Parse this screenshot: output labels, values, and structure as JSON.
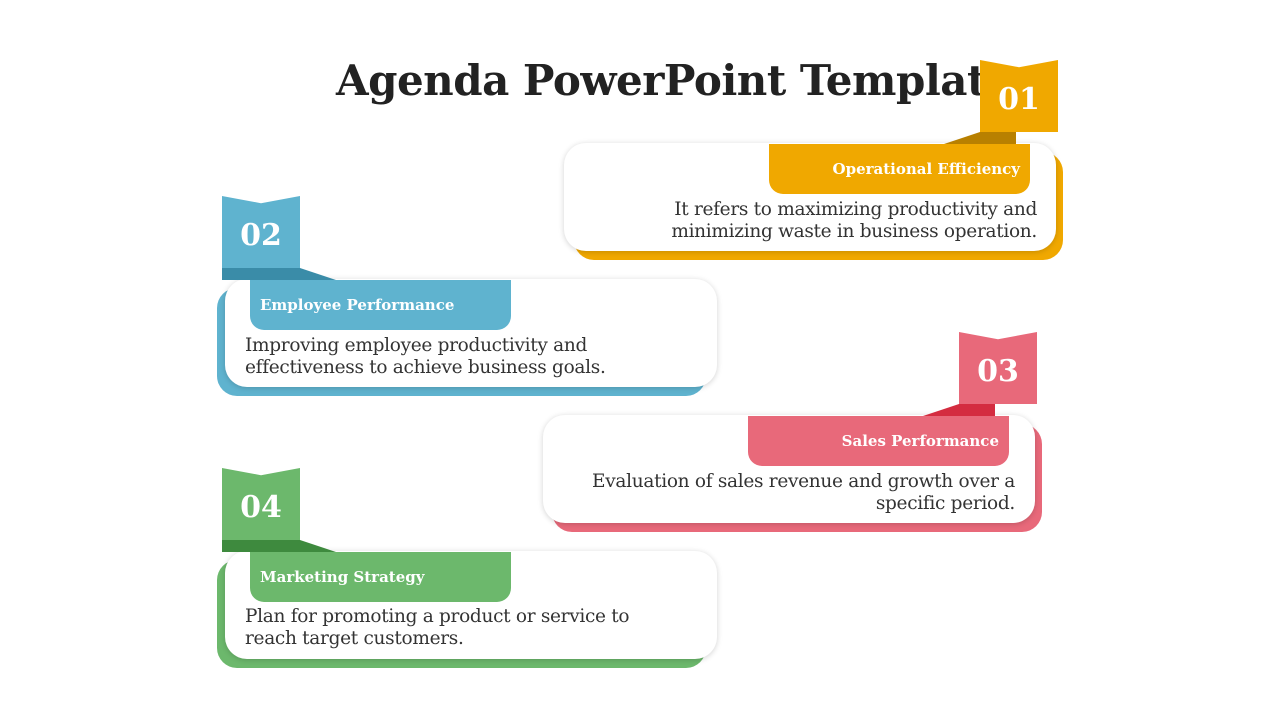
{
  "title": "Agenda PowerPoint Template",
  "items": [
    {
      "number": "01",
      "heading": "Operational Efficiency",
      "description": "It refers to maximizing productivity and minimizing waste in business operation.",
      "color": "#F0A800",
      "dark": "#B88000"
    },
    {
      "number": "02",
      "heading": "Employee Performance",
      "description": "Improving employee productivity and effectiveness to achieve business goals.",
      "color": "#5FB3CF",
      "dark": "#3A8CA8"
    },
    {
      "number": "03",
      "heading": "Sales Performance",
      "description": "Evaluation of sales revenue and growth over a specific period.",
      "color": "#E8697A",
      "dark": "#D42C40"
    },
    {
      "number": "04",
      "heading": "Marketing Strategy",
      "description": "Plan for promoting a product or service to reach target customers.",
      "color": "#6CB86C",
      "dark": "#3E8A3E"
    }
  ]
}
